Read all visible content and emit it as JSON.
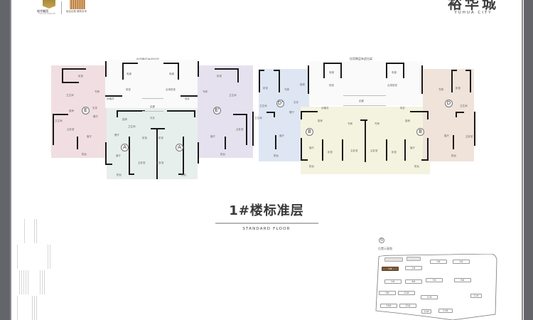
{
  "header": {
    "group_logo": {
      "name_cn": "裕华集团",
      "name_en": "YUHUA GROUP"
    },
    "anniversary_logo": {
      "mark": "30",
      "slogan": "裕启征程 耀筑未来"
    },
    "brand": {
      "name_cn": "裕华城",
      "name_en": "YUHUA CITY"
    }
  },
  "floor_plan": {
    "notes": [
      "仅奇数层有此拉梁",
      "仅奇数层有此拉梁"
    ],
    "units": [
      {
        "tag": "E",
        "color": "#f0dee2"
      },
      {
        "tag": "A",
        "color": "#e7efec"
      },
      {
        "tag": "A",
        "color": "#e7efec"
      },
      {
        "tag": "E'",
        "color": "#e6e1ee"
      },
      {
        "tag": "D'",
        "color": "#dfe6f3"
      },
      {
        "tag": "B",
        "color": "#f4f3df"
      },
      {
        "tag": "B",
        "color": "#f4f3df"
      },
      {
        "tag": "D",
        "color": "#efe3da"
      }
    ],
    "rooms": {
      "bedroom": "卧室",
      "study": "书房",
      "bathroom": "卫生间",
      "kitchen": "厨房",
      "living": "客厅",
      "dining": "餐厅",
      "entrance": "玄关",
      "master_bedroom": "主卧室",
      "second_bedroom": "次卧室",
      "balcony": "阳台",
      "elevator": "电梯",
      "hall": "前室",
      "corridor": "走廊",
      "shaft": "水暖井",
      "courtyard": "天井",
      "fire_hall": "合用前室",
      "electric": "电井"
    }
  },
  "title": {
    "main": "1#楼标准层",
    "sub": "STANDARD FLOOR"
  },
  "site_plan": {
    "label": "位置示意图",
    "compass": "N",
    "buildings": [
      {
        "id": "1#",
        "active": true
      },
      {
        "id": "2#"
      },
      {
        "id": "3#"
      },
      {
        "id": "4#"
      },
      {
        "id": "5#"
      },
      {
        "id": "6#"
      },
      {
        "id": "7#"
      },
      {
        "id": "8#"
      },
      {
        "id": "9#"
      },
      {
        "id": "10#"
      },
      {
        "id": "11#"
      },
      {
        "id": "12#"
      },
      {
        "id": "13#"
      },
      {
        "id": "14#"
      },
      {
        "id": "15#"
      },
      {
        "id": "16#"
      }
    ]
  }
}
